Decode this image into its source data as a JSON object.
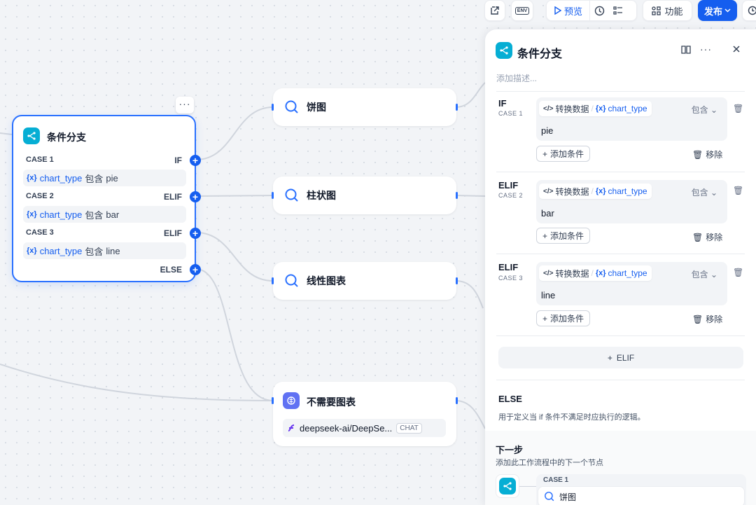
{
  "toolbar": {
    "env_label": "ENV",
    "preview_label": "预览",
    "features_label": "功能",
    "publish_label": "发布"
  },
  "canvas": {
    "if_node": {
      "title": "条件分支",
      "more": "···",
      "cases": [
        {
          "case_label": "CASE 1",
          "keyword": "IF",
          "var_x": "{x}",
          "variable": "chart_type",
          "operator": "包含",
          "value": "pie"
        },
        {
          "case_label": "CASE 2",
          "keyword": "ELIF",
          "var_x": "{x}",
          "variable": "chart_type",
          "operator": "包含",
          "value": "bar"
        },
        {
          "case_label": "CASE 3",
          "keyword": "ELIF",
          "var_x": "{x}",
          "variable": "chart_type",
          "operator": "包含",
          "value": "line"
        }
      ],
      "else_label": "ELSE"
    },
    "nodes": [
      {
        "title": "饼图"
      },
      {
        "title": "柱状图"
      },
      {
        "title": "线性图表"
      }
    ],
    "llm_node": {
      "title": "不需要图表",
      "model": "deepseek-ai/DeepSe...",
      "badge": "CHAT"
    }
  },
  "panel": {
    "title": "条件分支",
    "description_placeholder": "添加描述...",
    "cases": [
      {
        "keyword": "IF",
        "case_label": "CASE 1",
        "source": "转换数据",
        "sep": "/",
        "var_x": "{x}",
        "variable": "chart_type",
        "operator": "包含",
        "value": "pie",
        "add_condition": "添加条件",
        "remove": "移除"
      },
      {
        "keyword": "ELIF",
        "case_label": "CASE 2",
        "source": "转换数据",
        "sep": "/",
        "var_x": "{x}",
        "variable": "chart_type",
        "operator": "包含",
        "value": "bar",
        "add_condition": "添加条件",
        "remove": "移除"
      },
      {
        "keyword": "ELIF",
        "case_label": "CASE 3",
        "source": "转换数据",
        "sep": "/",
        "var_x": "{x}",
        "variable": "chart_type",
        "operator": "包含",
        "value": "line",
        "add_condition": "添加条件",
        "remove": "移除"
      }
    ],
    "elif_button": "ELIF",
    "else_title": "ELSE",
    "else_description": "用于定义当 if 条件不满足时应执行的逻辑。",
    "next_step": {
      "title": "下一步",
      "description": "添加此工作流程中的下一个节点",
      "case_label": "CASE 1",
      "node_title": "饼图"
    }
  },
  "colors": {
    "accent": "#155eef",
    "teal": "#06aed4",
    "violet": "#6172f3"
  }
}
